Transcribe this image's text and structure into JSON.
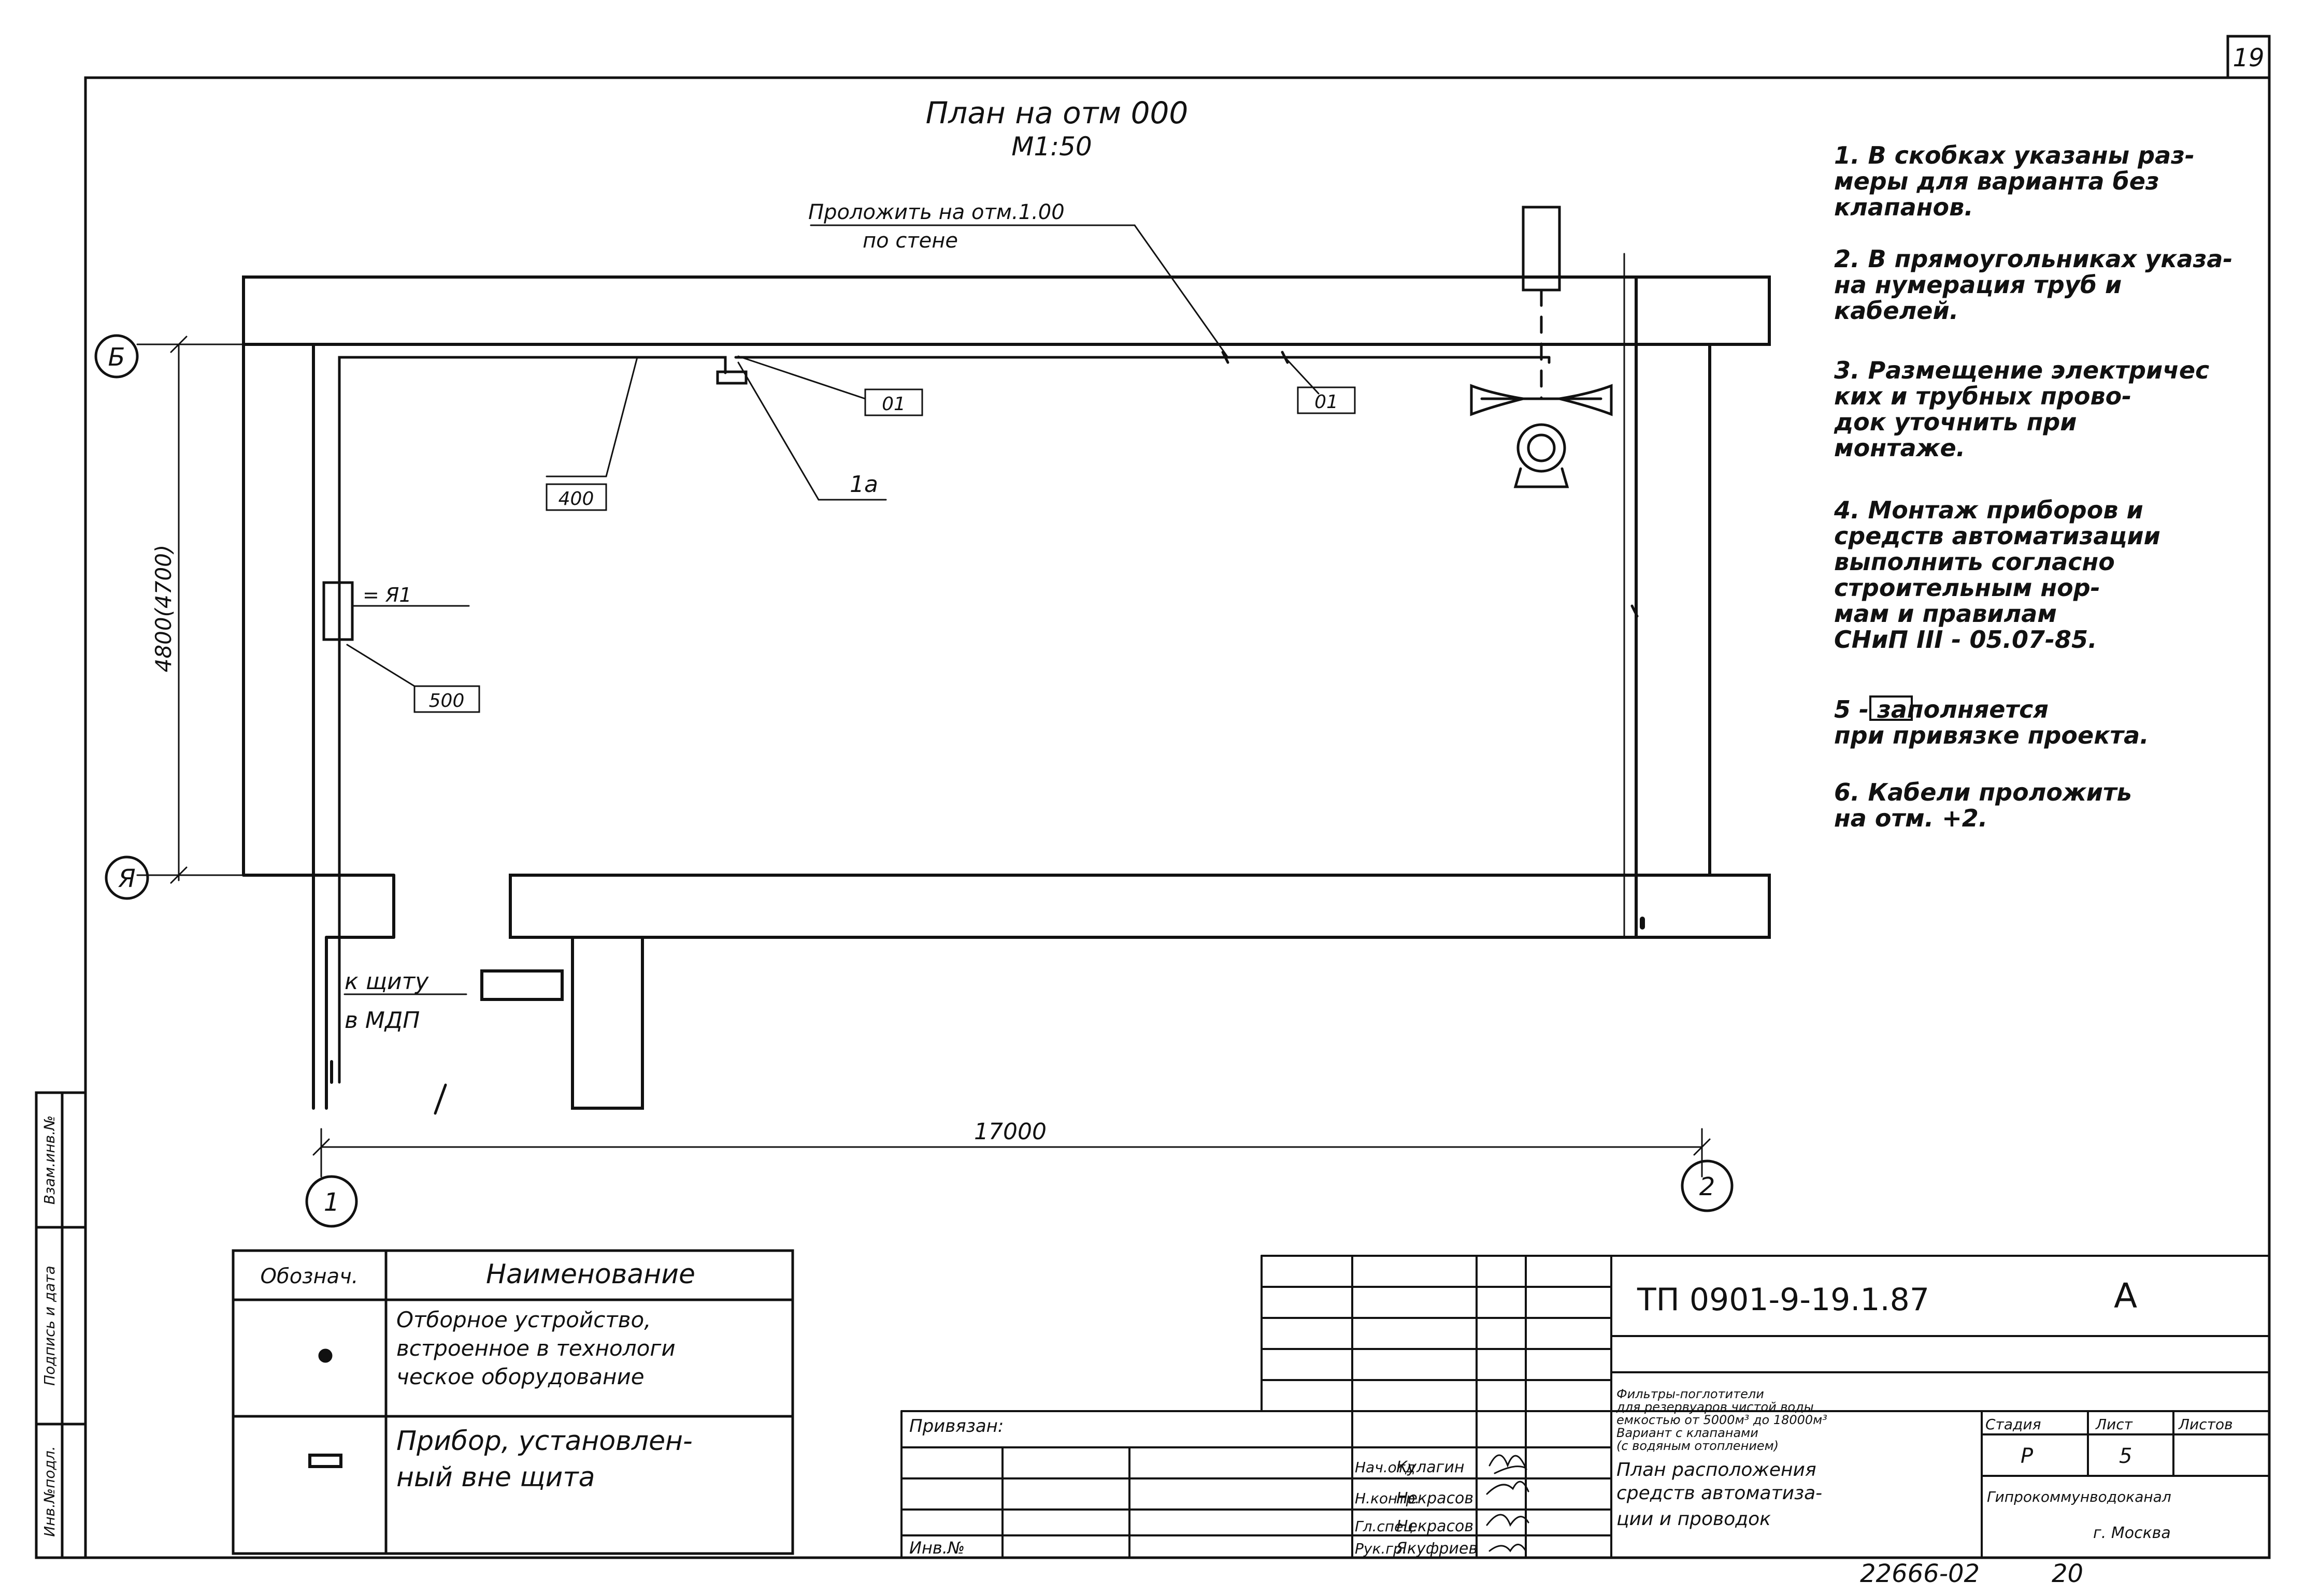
{
  "sheet": {
    "page_number": "19"
  },
  "plan": {
    "title": "План на отм 000",
    "scale": "М1:50",
    "leader_label_1": "Проложить на отм.1.00",
    "leader_label_2": "по стене",
    "axis_b": "Б",
    "axis_a": "Я",
    "axis_1": "1",
    "axis_2": "2",
    "tag_01_left": "01",
    "tag_01_right": "01",
    "tag_400": "400",
    "tag_500": "500",
    "tag_1a": "1а",
    "tag_ya1": "= Я1",
    "dim_vertical": "4800(4700)",
    "dim_horizontal": "17000",
    "to_panel_1": "к щиту",
    "to_panel_2": "в МДП"
  },
  "notes": [
    [
      "1. В скобках указаны раз-",
      "меры для варианта без",
      "клапанов."
    ],
    [
      "2. В прямоугольниках указа-",
      "на нумерация труб и",
      "кабелей."
    ],
    [
      "3. Размещение электричес",
      "ких и трубных прово-",
      "док уточнить при",
      "монтаже."
    ],
    [
      "4. Монтаж приборов и",
      "средств автоматизации",
      "выполнить согласно",
      "строительным нор-",
      "мам и правилам",
      "СНиП III - 05.07-85."
    ],
    [
      "5      - заполняется",
      "при привязке проекта."
    ],
    [
      "6. Кабели проложить",
      "на отм. +2."
    ]
  ],
  "legend": {
    "col_designation": "Обознач.",
    "col_name": "Наименование",
    "row1_lines": [
      "Отборное устройство,",
      "встроенное в технологи",
      "ческое оборудование"
    ],
    "row2_lines": [
      "Прибор, установлен-",
      "ный вне щита"
    ]
  },
  "side_stamp": {
    "inv_podl": "Инв.№подл.",
    "podpis_data": "Подпись и дата",
    "vzam_inv": "Взам.инв.№"
  },
  "title_block": {
    "doc_code": "ТП 0901-9-19.1.87",
    "letter": "А",
    "privyazan": "Привязан:",
    "inv_no": "Инв.№",
    "roles": [
      "Нач.отд",
      "Н.контр.",
      "Гл.спец.",
      "Рук.гр."
    ],
    "names": [
      "Кулагин",
      "Некрасов",
      "Некрасов",
      "Якуфриев"
    ],
    "description_lines": [
      "Фильтры-поглотители",
      "для резервуаров чистой воды",
      "емкостью от 5000м³ до 18000м³",
      "Вариант с клапанами",
      "(с водяным отоплением)"
    ],
    "drawing_title_lines": [
      "План расположения",
      "средств автоматиза-",
      "ции и проводок"
    ],
    "stadia_label": "Стадия",
    "list_label": "Лист",
    "listov_label": "Листов",
    "stadia": "Р",
    "list": "5",
    "org": "Гипрокоммунводоканал",
    "city": "г. Москва",
    "archive_no": "22666-02",
    "archive_sheet": "20"
  }
}
